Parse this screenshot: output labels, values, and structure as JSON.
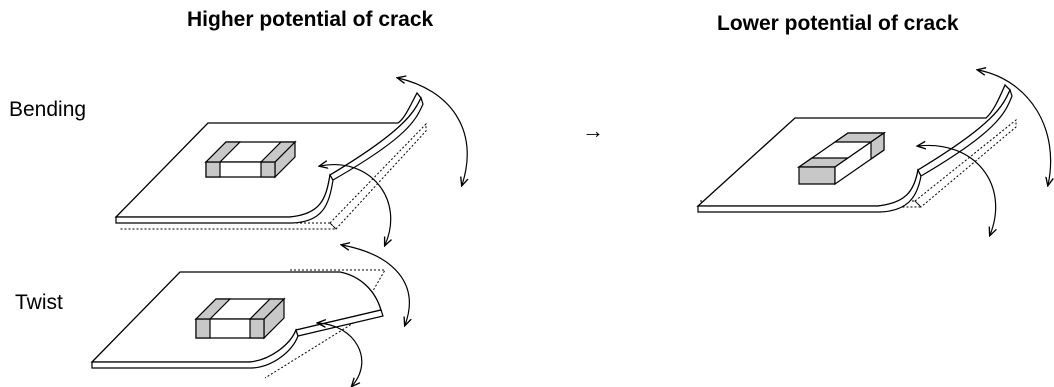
{
  "titles": {
    "left": "Higher potential of crack",
    "right": "Lower potential of crack"
  },
  "labels": {
    "bending": "Bending",
    "twist": "Twist"
  },
  "transition_arrow": "→",
  "colors": {
    "stroke": "#000000",
    "board": "#ffffff",
    "terminal": "#c8c8c8"
  }
}
